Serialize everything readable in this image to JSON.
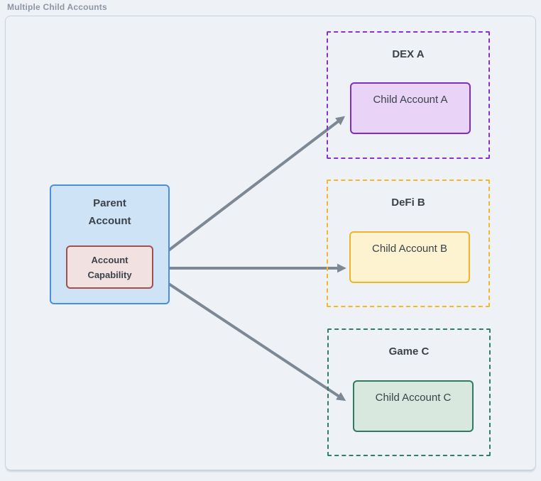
{
  "title": "Multiple Child Accounts",
  "diagram": {
    "parent": {
      "name": "Parent Account",
      "lines": [
        "Parent",
        "Account"
      ],
      "fill": "#cfe3f7",
      "border": "#4a90d9",
      "capability": {
        "name": "Account Capability",
        "lines": [
          "Account",
          "Capability"
        ],
        "fill": "#f2e1e1",
        "border": "#a14f4f"
      }
    },
    "groups": [
      {
        "label": "DEX A",
        "dash_border": "#8633cc",
        "child": {
          "name": "Child Account A",
          "lines": [
            "Child",
            "Account A"
          ],
          "fill": "#e9d3f7",
          "border": "#7d2ec9"
        }
      },
      {
        "label": "DeFi B",
        "dash_border": "#f1b929",
        "child": {
          "name": "Child Account B",
          "lines": [
            "Child",
            "Account B"
          ],
          "fill": "#fdf3d0",
          "border": "#f0b429"
        }
      },
      {
        "label": "Game C",
        "dash_border": "#2e7f64",
        "child": {
          "name": "Child Account C",
          "lines": [
            "Child",
            "Account C"
          ],
          "fill": "#d8e8df",
          "border": "#2d7c62"
        }
      }
    ],
    "arrows": [
      {
        "from": "account-capability",
        "to": "child-account-a"
      },
      {
        "from": "account-capability",
        "to": "child-account-b"
      },
      {
        "from": "account-capability",
        "to": "child-account-c"
      }
    ],
    "colors": {
      "arrow": "#7d8894",
      "canvas_background": "#eef1f5",
      "canvas_border": "#c9d2dc",
      "text": "#3b4249",
      "title_text": "#8d96a3"
    }
  }
}
